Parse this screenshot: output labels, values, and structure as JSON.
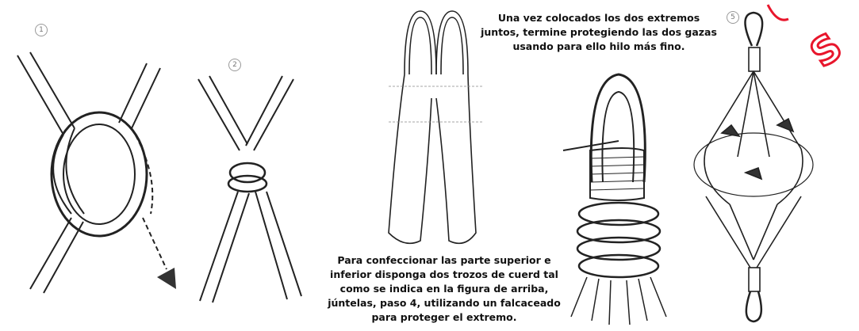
{
  "steps": [
    "1",
    "2",
    "5"
  ],
  "caption_top": "Una vez colocados los dos extremos juntos, termine protegiendo las dos gazas usando para ello hilo más fino.",
  "caption_bottom": "Para confeccionar las parte superior e inferior disponga dos trozos de cuerd tal como se indica en la figura de arriba, júntelas, paso 4, utilizando un falcaceado para proteger el extremo.",
  "stamp_letters": "S",
  "colors": {
    "ink": "#222222",
    "stamp": "#e8162c"
  }
}
